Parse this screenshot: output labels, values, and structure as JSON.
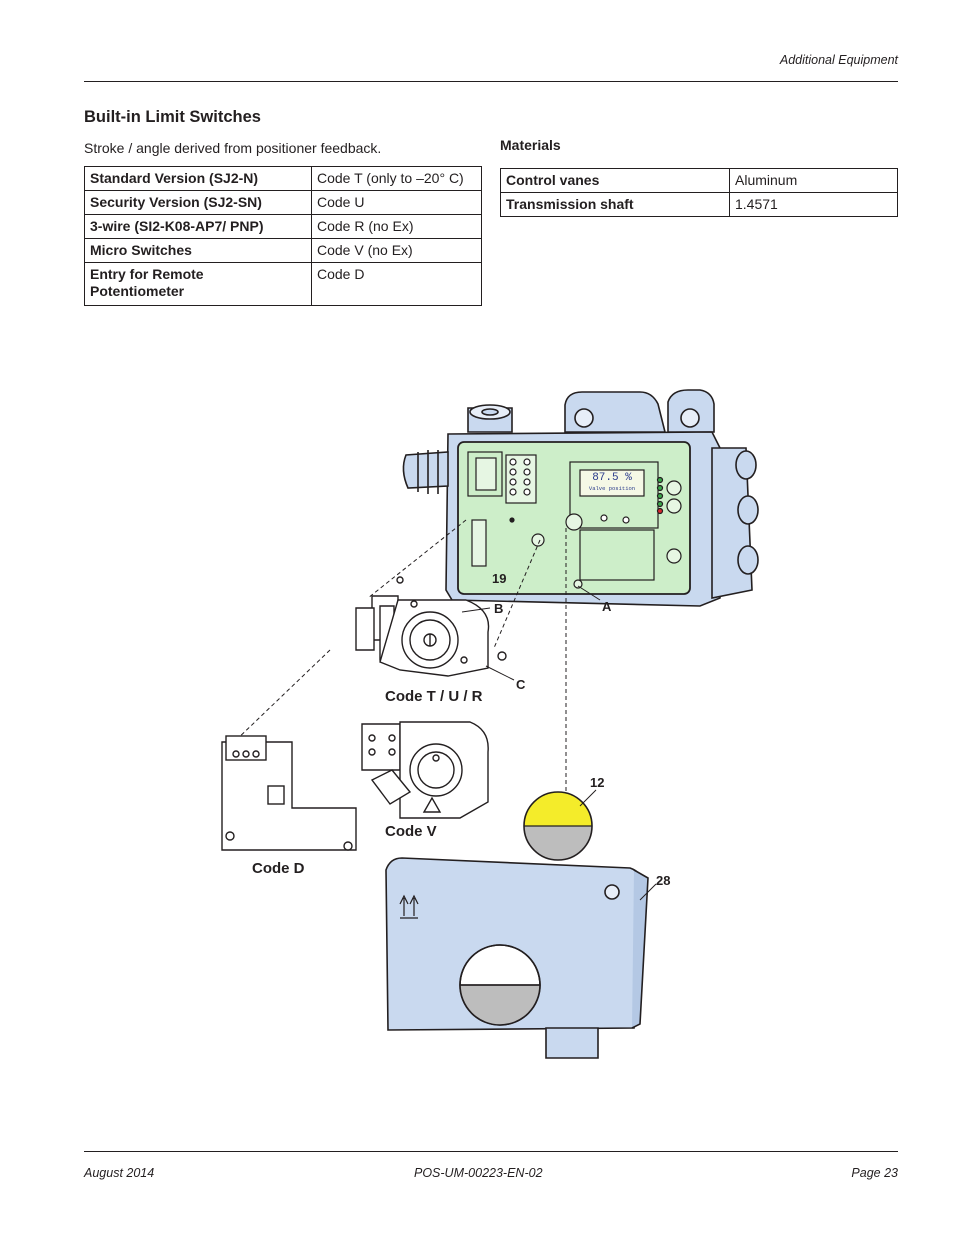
{
  "header": {
    "section": "Additional Equipment"
  },
  "title": "Built-in Limit Switches",
  "intro": "Stroke / angle derived from positioner feedback.",
  "options_table": [
    {
      "key": "Standard Version (SJ2-N)",
      "value": "Code T (only to –20° C)"
    },
    {
      "key": "Security Version (SJ2-SN)",
      "value": "Code U"
    },
    {
      "key": "3-wire (SI2-K08-AP7/ PNP)",
      "value": "Code R (no Ex)"
    },
    {
      "key": "Micro Switches",
      "value": "Code V (no Ex)"
    },
    {
      "key": "Entry for Remote Potentiometer",
      "value": "Code D"
    }
  ],
  "materials": {
    "title": "Materials",
    "rows": [
      {
        "key": "Control vanes",
        "value": "Aluminum"
      },
      {
        "key": "Transmission shaft",
        "value": "1.4571"
      }
    ]
  },
  "figure": {
    "lcd_value": "87.5 %",
    "lcd_caption": "Valve position",
    "callouts": {
      "c19": "19",
      "cA": "A",
      "cB": "B",
      "cC": "C",
      "c12": "12",
      "c28": "28"
    },
    "labels": {
      "code_tur": "Code T / U / R",
      "code_v": "Code V",
      "code_d": "Code D"
    },
    "colors": {
      "housing": "#c9d9ef",
      "board": "#cdeec9",
      "indicator_top": "#f4ec2a",
      "indicator_bottom": "#bdbdbd"
    }
  },
  "footer": {
    "date": "August 2014",
    "doc_id": "POS-UM-00223-EN-02",
    "page": "Page 23"
  }
}
